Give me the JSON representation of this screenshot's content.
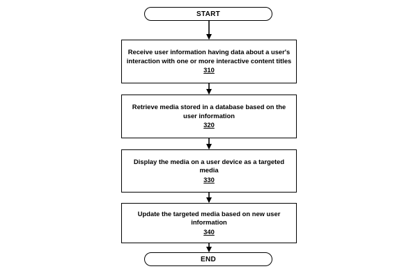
{
  "flowchart": {
    "start_label": "START",
    "end_label": "END",
    "steps": [
      {
        "text": "Receive user information having data about a user's interaction with one or more interactive content titles",
        "ref": "310"
      },
      {
        "text": "Retrieve media stored in a database based on the user information",
        "ref": "320"
      },
      {
        "text": "Display the media on a user device as a targeted media",
        "ref": "330"
      },
      {
        "text": "Update the targeted media based on new user information",
        "ref": "340"
      }
    ]
  }
}
